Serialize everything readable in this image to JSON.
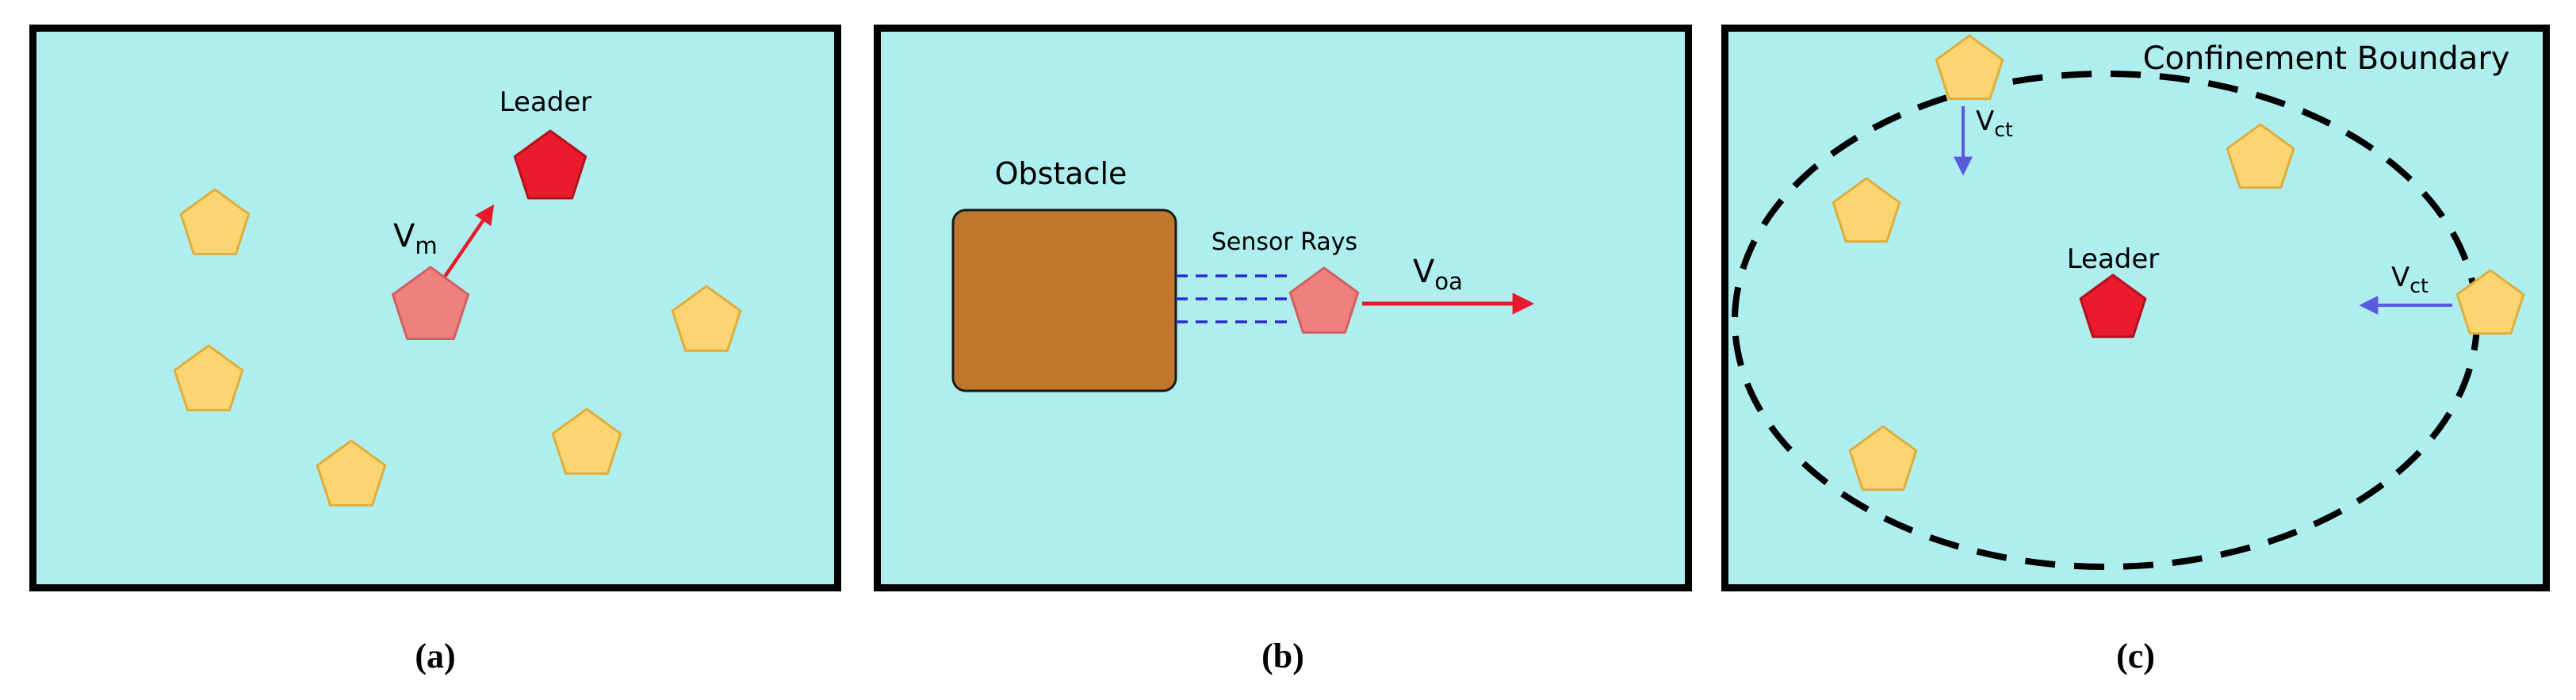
{
  "colors": {
    "page-bg": "#FFFFFF",
    "panel-bg": "#AFEEEE",
    "panel-border": "#000000",
    "leader": "#EA1B2D",
    "leader-stroke": "#B5101E",
    "agent": "#FAD571",
    "agent-stroke": "#DFAE3C",
    "special-agent": "#F08080",
    "special-agent-stroke": "#D05F5F",
    "obstacle": "#C0772E",
    "obstacle-stroke": "#1A1A1A",
    "red-arrow": "#E8192C",
    "blue-arrow": "#5A5ADF",
    "sensor-ray": "#2A2ACC",
    "boundary": "#000000",
    "text": "#000000"
  },
  "panels": [
    {
      "caption": "(a)",
      "leader_label": "Leader",
      "v_m": {
        "base": "V",
        "sub": "m"
      }
    },
    {
      "caption": "(b)",
      "obstacle_label": "Obstacle",
      "sensor_rays_label": "Sensor Rays",
      "v_oa": {
        "base": "V",
        "sub": "oa"
      }
    },
    {
      "caption": "(c)",
      "boundary_label": "Confinement Boundary",
      "leader_label": "Leader",
      "v_ct_top": {
        "base": "V",
        "sub": "ct"
      },
      "v_ct_right": {
        "base": "V",
        "sub": "ct"
      }
    }
  ]
}
